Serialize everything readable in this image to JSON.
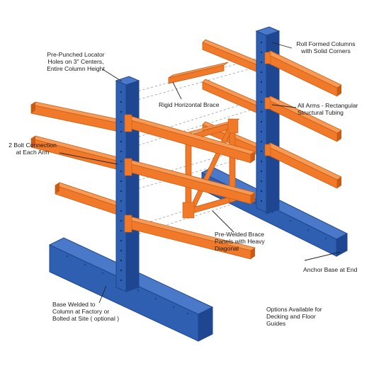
{
  "colors": {
    "blue": "#2f5fb0",
    "blue_dark": "#1f4690",
    "blue_light": "#4b79c9",
    "orange": "#f07a2a",
    "orange_dark": "#c85c14",
    "orange_light": "#f79a55",
    "leader": "#222222",
    "dashed": "#9a9a9a"
  },
  "labels": {
    "locator": [
      "Pre-Punched Locator",
      "Holes on 3\" Centers,",
      "Entire Column Height"
    ],
    "roll_formed": [
      "Roll Formed Columns",
      "with Solid Corners"
    ],
    "rigid_brace": [
      "Rigid Horizontal Brace"
    ],
    "all_arms": [
      "All Arms - Rectangular",
      "Structural Tubing"
    ],
    "bolt_connection": [
      "2 Bolt Connection",
      "at Each Arm"
    ],
    "brace_panels": [
      "Pre-Welded Brace",
      "Panels with Heavy",
      "Diagonal"
    ],
    "anchor_base": [
      "Anchor Base at End"
    ],
    "base_welded": [
      "Base Welded to",
      "Column at Factory or",
      "Bolted at Site ( optional )"
    ],
    "options": [
      "Options Available for",
      "Decking and Floor",
      "Guides"
    ]
  }
}
